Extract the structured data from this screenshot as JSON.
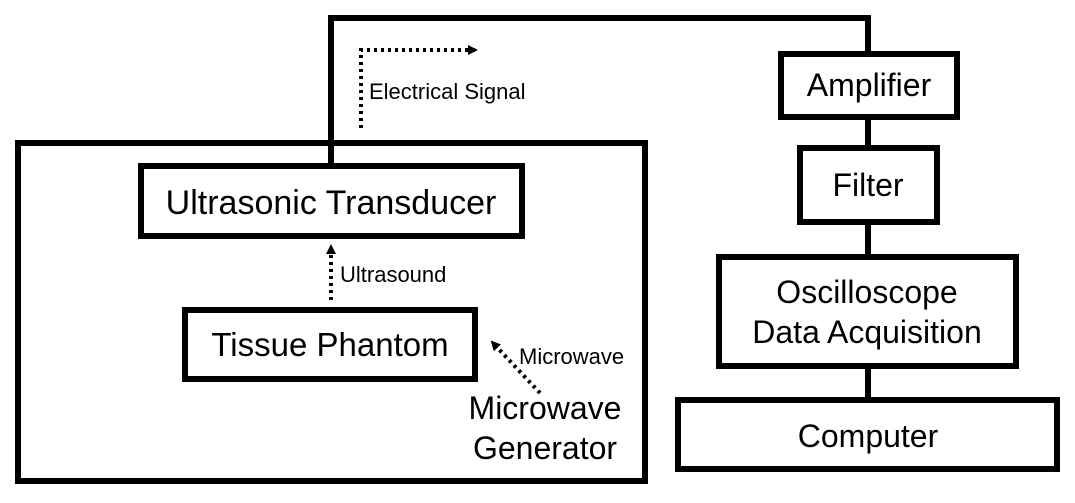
{
  "diagram": {
    "colors": {
      "stroke": "#000000",
      "background": "#ffffff",
      "text": "#000000"
    },
    "boxes": {
      "ultrasonic_transducer": "Ultrasonic Transducer",
      "tissue_phantom": "Tissue Phantom",
      "amplifier": "Amplifier",
      "filter": "Filter",
      "oscilloscope_line1": "Oscilloscope",
      "oscilloscope_line2": "Data Acquisition",
      "computer": "Computer"
    },
    "labels": {
      "electrical_signal": "Electrical Signal",
      "ultrasound": "Ultrasound",
      "microwave": "Microwave",
      "microwave_generator_line1": "Microwave",
      "microwave_generator_line2": "Generator"
    }
  }
}
